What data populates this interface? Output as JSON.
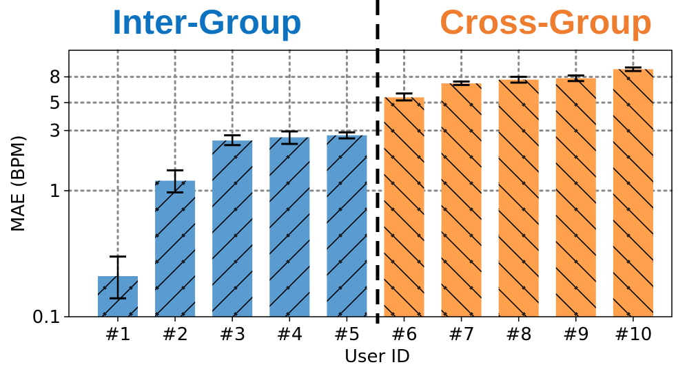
{
  "titles": {
    "left": "Inter-Group",
    "right": "Cross-Group"
  },
  "colors": {
    "inter": "#5a9bd0",
    "cross": "#ffa04d",
    "inter_title": "#0d72bf",
    "cross_title": "#ef7d30",
    "grid": "#8a8a8a",
    "divider": "#000000",
    "hatch": "#000000"
  },
  "chart_data": {
    "type": "bar",
    "xlabel": "User ID",
    "ylabel": "MAE (BPM)",
    "yscale": "log",
    "ylim": [
      0.1,
      13
    ],
    "yticks": [
      0.1,
      1,
      3,
      5,
      8
    ],
    "ytick_labels": [
      "0.1",
      "1",
      "3",
      "5",
      "8"
    ],
    "grid": true,
    "categories": [
      "#1",
      "#2",
      "#3",
      "#4",
      "#5",
      "#6",
      "#7",
      "#8",
      "#9",
      "#10"
    ],
    "values": [
      0.21,
      1.2,
      2.5,
      2.65,
      2.75,
      5.5,
      7.1,
      7.6,
      7.8,
      9.2
    ],
    "err_low": [
      0.14,
      0.97,
      2.3,
      2.35,
      2.6,
      5.2,
      6.9,
      7.2,
      7.4,
      8.9
    ],
    "err_high": [
      0.3,
      1.45,
      2.75,
      2.95,
      2.9,
      5.9,
      7.35,
      8.0,
      8.2,
      9.5
    ],
    "groups": [
      "Inter-Group",
      "Inter-Group",
      "Inter-Group",
      "Inter-Group",
      "Inter-Group",
      "Cross-Group",
      "Cross-Group",
      "Cross-Group",
      "Cross-Group",
      "Cross-Group"
    ]
  }
}
